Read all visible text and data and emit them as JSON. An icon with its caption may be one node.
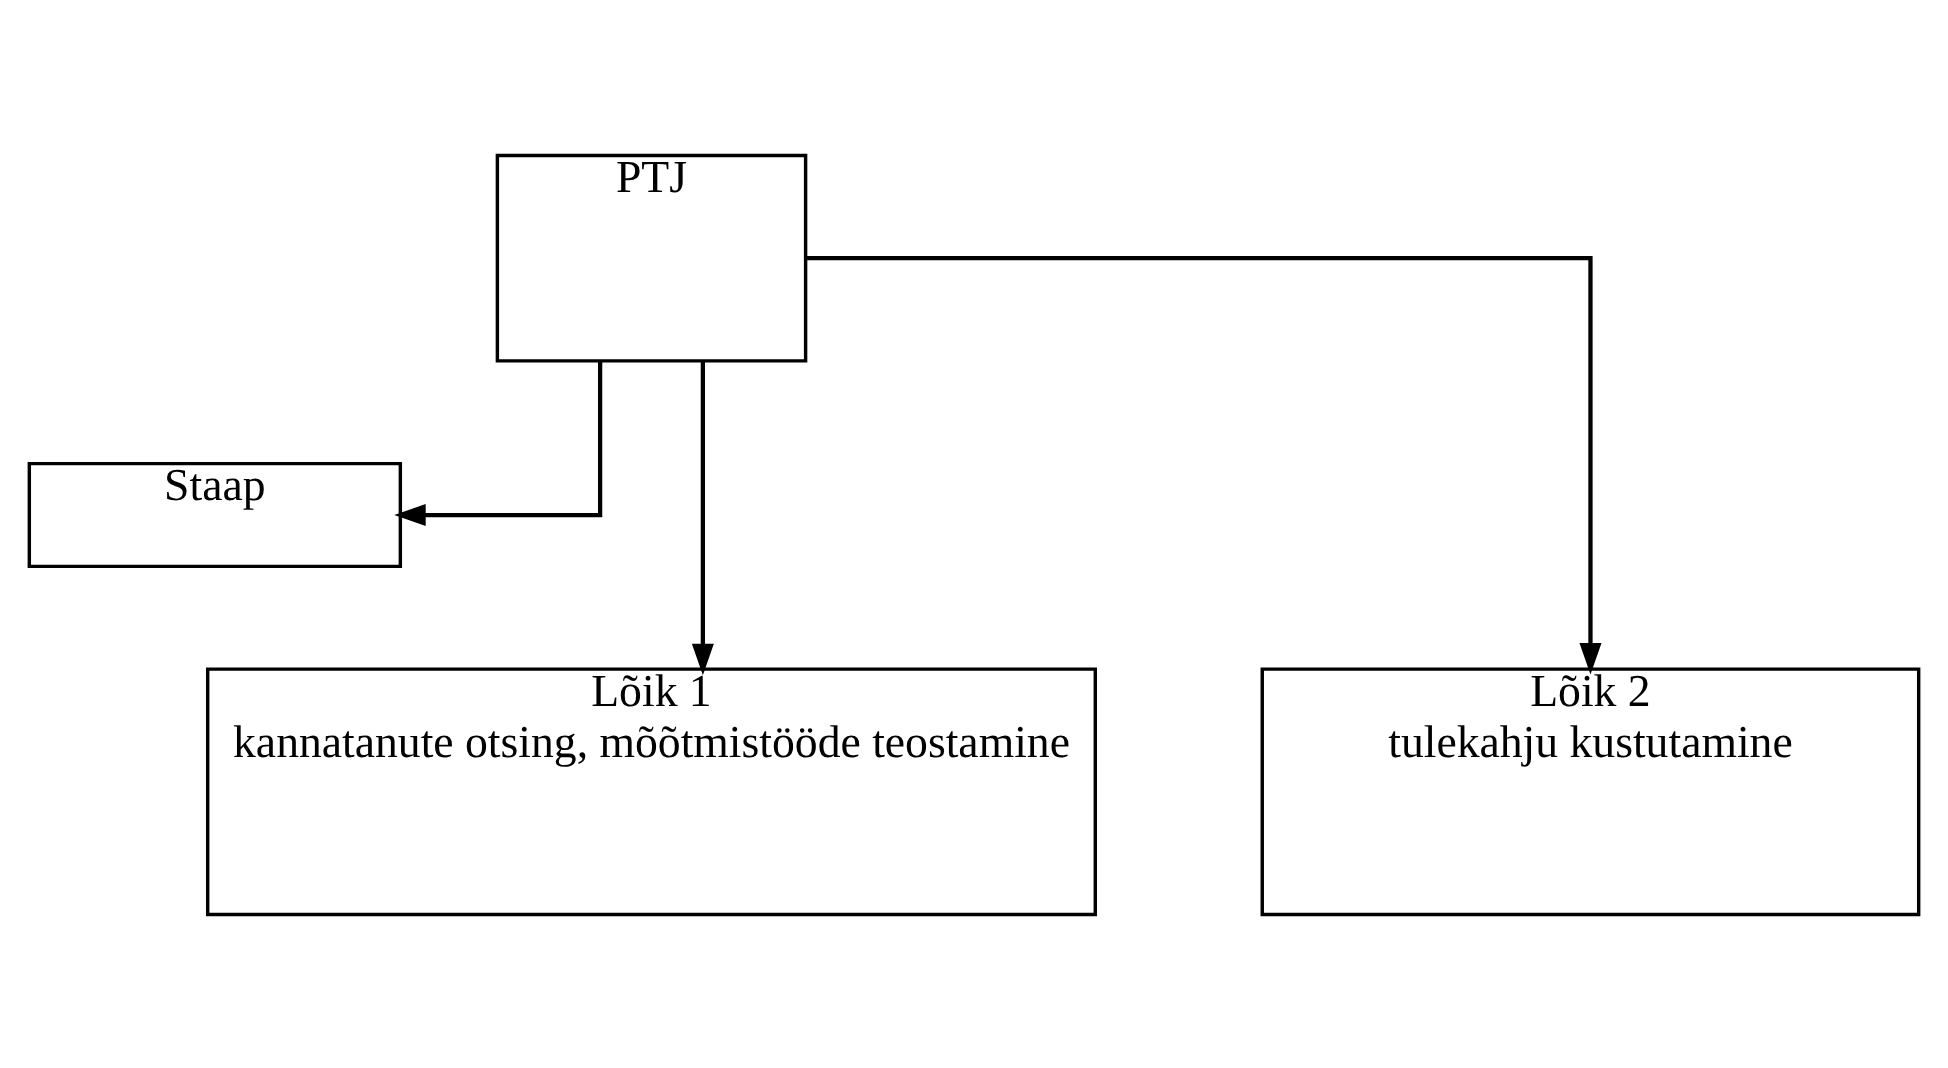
{
  "diagram": {
    "nodes": [
      {
        "text": [
          "PTJ"
        ]
      },
      {
        "text": [
          "Staap"
        ]
      },
      {
        "text": [
          "Lõik 1",
          "kannatanute otsing, mõõtmistööde teostamine"
        ]
      },
      {
        "text": [
          "Lõik 2",
          "tulekahju kustutamine"
        ]
      }
    ],
    "edges": [
      {
        "from": 0,
        "to": 1,
        "arrow": "to"
      },
      {
        "from": 0,
        "to": 2,
        "arrow": "to"
      },
      {
        "from": 0,
        "to": 3,
        "arrow": "to"
      }
    ]
  }
}
